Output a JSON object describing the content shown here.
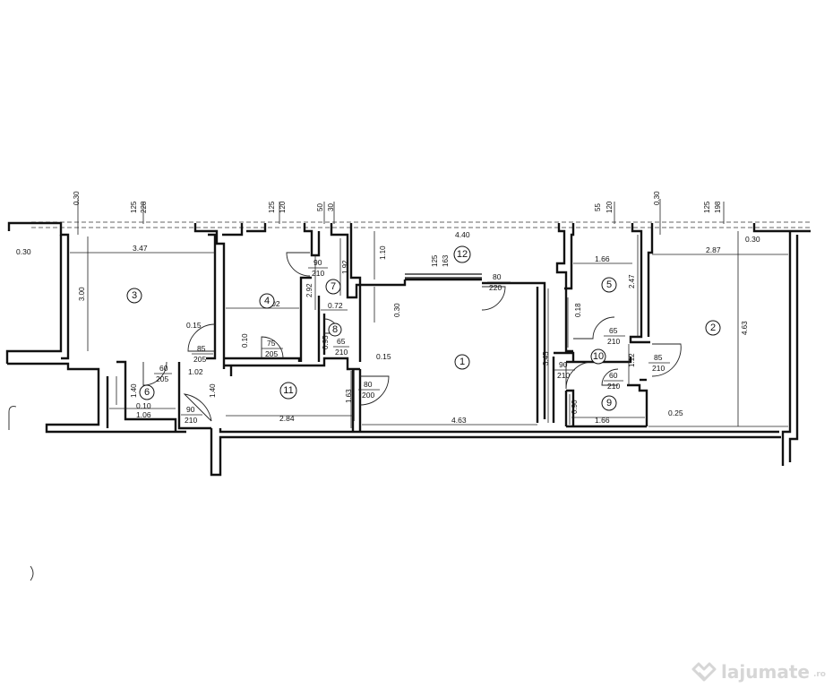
{
  "top_dimensions": {
    "t030_left": "0.30",
    "t125_left": "125",
    "t228": "228",
    "t125_mid": "125",
    "t120_mid": "120",
    "t50": "50",
    "t30": "30",
    "t440": "4.40",
    "t55": "55",
    "t120_right": "120",
    "t030_right": "0.30",
    "t125_right": "125",
    "t198": "198"
  },
  "dimensions": {
    "d030_left": "0.30",
    "d347": "3.47",
    "d300": "3.00",
    "d015_a": "0.15",
    "d202": "2.02",
    "d010_a": "0.10",
    "d292": "2.92",
    "d072": "0.72",
    "d192": "1.92",
    "d110": "1.10",
    "d030_mid": "0.30",
    "d015_b": "0.15",
    "d095": "0.95",
    "d102": "1.02",
    "d140_a": "1.40",
    "d140_b": "1.40",
    "d010_b": "0.10",
    "d106": "1.06",
    "d284": "2.84",
    "d163": "1.63",
    "d463_bottom": "4.63",
    "d345": "3.45",
    "d166_top": "1.66",
    "d247": "2.47",
    "d018": "0.18",
    "d112": "1.12",
    "d090": "0.90",
    "d166_bottom": "1.66",
    "d287": "2.87",
    "d030_right": "0.30",
    "d463_right": "4.63",
    "d025": "0.25"
  },
  "doors": {
    "door_room3": {
      "width": "85",
      "height": "205"
    },
    "door_room4": {
      "width": "75",
      "height": "205"
    },
    "door_room6": {
      "width": "60",
      "height": "205"
    },
    "door_entry": {
      "width": "90",
      "height": "210"
    },
    "door_room7": {
      "width": "90",
      "height": "210"
    },
    "door_room8": {
      "width": "65",
      "height": "210"
    },
    "door_room11": {
      "width": "80",
      "height": "200"
    },
    "door_window12": {
      "width": "125",
      "height": "163"
    },
    "door_room1": {
      "width": "80",
      "height": "220"
    },
    "door_room5": {
      "width": "65",
      "height": "210"
    },
    "door_room9": {
      "width": "90",
      "height": "210"
    },
    "door_room10": {
      "width": "60",
      "height": "210"
    },
    "door_room2": {
      "width": "85",
      "height": "210"
    }
  },
  "rooms": {
    "r1": "1",
    "r2": "2",
    "r3": "3",
    "r4": "4",
    "r5": "5",
    "r6": "6",
    "r7": "7",
    "r8": "8",
    "r9": "9",
    "r10": "10",
    "r11": "11",
    "r12": "12"
  },
  "watermark": {
    "brand": "lajumate",
    "tld": ".ro",
    "icon": "lajumate-heart-icon"
  }
}
